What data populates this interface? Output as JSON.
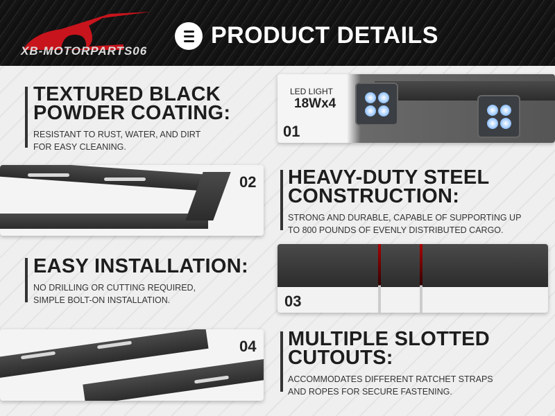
{
  "header": {
    "brand": "XB-MOTORPARTS06",
    "title": "PRODUCT DETAILS",
    "icon": "list-icon"
  },
  "features": [
    {
      "title_line1": "TEXTURED BLACK",
      "title_line2": "POWDER COATING:",
      "desc_line1": "RESISTANT TO RUST, WATER, AND DIRT",
      "desc_line2": "FOR EASY CLEANING."
    },
    {
      "title_line1": "HEAVY-DUTY STEEL",
      "title_line2": "CONSTRUCTION:",
      "desc_line1": "STRONG AND DURABLE, CAPABLE OF SUPPORTING UP",
      "desc_line2": "TO 800 POUNDS OF EVENLY DISTRIBUTED CARGO."
    },
    {
      "title_line1": "EASY INSTALLATION:",
      "desc_line1": "NO DRILLING OR CUTTING REQUIRED,",
      "desc_line2": "SIMPLE BOLT-ON INSTALLATION."
    },
    {
      "title_line1": "MULTIPLE SLOTTED",
      "title_line2": "CUTOUTS:",
      "desc_line1": "ACCOMMODATES DIFFERENT RATCHET STRAPS",
      "desc_line2": "AND ROPES FOR SECURE FASTENING."
    }
  ],
  "images": [
    {
      "number": "01",
      "label_line1": "LED LIGHT",
      "label_line2": "18Wx4"
    },
    {
      "number": "02"
    },
    {
      "number": "03"
    },
    {
      "number": "04"
    }
  ]
}
